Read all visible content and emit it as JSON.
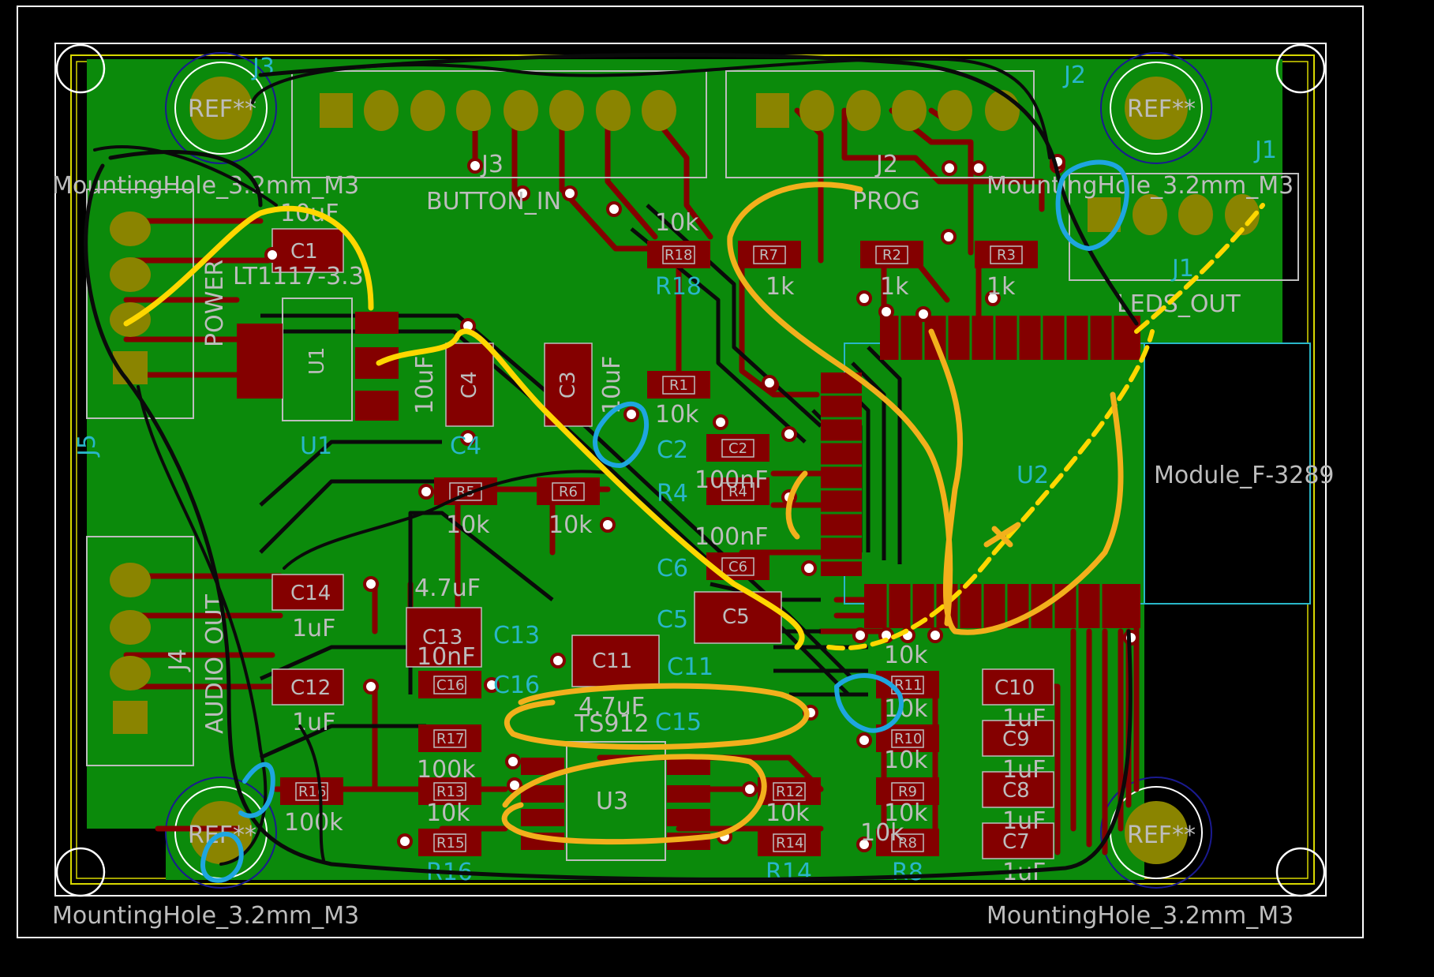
{
  "colors": {
    "background": "#000000",
    "copper_fill": "#0b8a0b",
    "pad": "#8a8400",
    "smd": "#840000",
    "silk": "#bdbdbd",
    "outline": "#ffffff",
    "courtyard": "#d8d800",
    "fab": "#29b6c8",
    "via": "#ffffff",
    "hole_ring": "#1a1a90",
    "marker_yellow": "#ffd700",
    "marker_orange": "#f2b01c",
    "marker_blue": "#1ea6e0",
    "marker_black": "#0a0a0a"
  },
  "labels": {
    "mh_tl": "MountingHole_3.2mm_M3",
    "mh_tr": "MountingHole_3.2mm_M3",
    "mh_bl": "MountingHole_3.2mm_M3",
    "mh_br": "MountingHole_3.2mm_M3",
    "ref": "REF**",
    "j3_ref": "J3",
    "j3_val": "BUTTON_IN",
    "j2_ref": "J2",
    "j2_val": "PROG",
    "j1_ref": "J1",
    "j1_val": "LEDS_OUT",
    "j5_ref": "J5",
    "j5_val": "POWER",
    "j4_ref": "J4",
    "j4_val": "AUDIO_OUT",
    "u1_ref": "U1",
    "u1_val": "LT1117-3.3",
    "u2_ref": "U2",
    "u2_val": "Module_F-3289",
    "u3_ref": "U3",
    "u3_val": "TS912",
    "c1_ref": "C1",
    "c1_val": "10uF",
    "c2_ref": "C2",
    "c3_ref": "C3",
    "c3_val": "10uF",
    "c4_ref": "C4",
    "c4_val": "10uF",
    "c5_ref": "C5",
    "c6_ref": "C6",
    "c7_ref": "C7",
    "c8_ref": "C8",
    "c9_ref": "C9",
    "c10_ref": "C10",
    "c11_ref": "C11",
    "c12_ref": "C12",
    "c13_ref": "C13",
    "c13_val": "4.7uF",
    "c14_ref": "C14",
    "c15_ref": "C15",
    "c15_val": "4.7uF",
    "c16_ref": "C16",
    "val_1uf": "1uF",
    "val_10nf": "10nF",
    "val_100nf": "100nF",
    "val_10k": "10k",
    "val_100k": "100k",
    "val_1k": "1k",
    "r1_ref": "R1",
    "r2_ref": "R2",
    "r3_ref": "R3",
    "r4_ref": "R4",
    "r5_ref": "R5",
    "r6_ref": "R6",
    "r7_ref": "R7",
    "r8_ref": "R8",
    "r9_ref": "R9",
    "r10_ref": "R10",
    "r11_ref": "R11",
    "r12_ref": "R12",
    "r13_ref": "R13",
    "r14_ref": "R14",
    "r15_ref": "R15",
    "r16_ref": "R16",
    "r17_ref": "R17",
    "r18_ref": "R18"
  }
}
